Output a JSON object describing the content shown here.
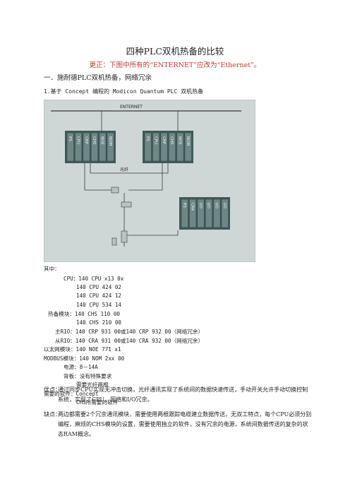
{
  "doc": {
    "title": "四种PLC双机热备的比较",
    "note": "更正：下图中所有的“ENTERNET”应改为“Ethernet”。",
    "section1": "一．施耐德PLC双机热备，网络冗余",
    "subheading": "1.基于 Concept 编程的 Modicon Quantum PLC 双机热备"
  },
  "diagram": {
    "bus_label": "ENTERNET",
    "fiber_label": "光纤",
    "rack_a": [
      "PS",
      "CPU",
      "CRP",
      "CHS",
      "NOE",
      "NOM"
    ],
    "rack_b": [
      "PS",
      "CPU",
      "CRP",
      "CHS",
      "NOE",
      "NOM"
    ],
    "rack_io": [
      "PS",
      "CRA",
      "I/O",
      "I/O",
      "I/O",
      "I/O"
    ],
    "colors": {
      "background": "#cfd6d6",
      "rack": "#3e5a5a",
      "module": "#6f8686",
      "line": "#3a3a3a"
    }
  },
  "lines": [
    {
      "t": "其中："
    },
    {
      "t": "CPU：140 CPU x13 0x"
    },
    {
      "t": "140 CPU 424 02"
    },
    {
      "t": "140 CPU 424 12"
    },
    {
      "t": "140 CPU 534 14"
    },
    {
      "t": "热备模块：140 CHS 110 00"
    },
    {
      "t": "140 CHS 210 00"
    },
    {
      "t": "主RIO：140 CRP 931 00或140 CRP 932 00（网络冗余）"
    },
    {
      "t": "从RIO：140 CRA 931 00或140 CRA 932 00（网络冗余）"
    },
    {
      "t": "以太网模块：140 NOE 771 x1"
    },
    {
      "t": "MODBUS模块：140 NOM 2xx 00"
    },
    {
      "t": "电源：8－14A"
    },
    {
      "t": "背板：没有特殊要求"
    },
    {
      "t": "需要光纤两根"
    },
    {
      "t": "需要的软件：Concept"
    },
    {
      "t": "CHS所需要的软件"
    }
  ],
  "pros": {
    "label": "优点：",
    "text": "通过同步CPU实现无冲击切换，光纤通讯实现了系统间的数据快速传送，手动开关允许手动切换控制系统，实现了CPU，网络和I/O冗余。"
  },
  "cons": {
    "label": "缺点：",
    "text": "两边都需要2个冗余通讯模块，需要使用两根跟踪电缆建立数据传送，无双工特点，每个CPU必须分别编程，麻烦的CHS模块的设置，需要使用独立的软件，没有冗余的电源，系统间数据传送的复杂的状态RAM概念。"
  }
}
